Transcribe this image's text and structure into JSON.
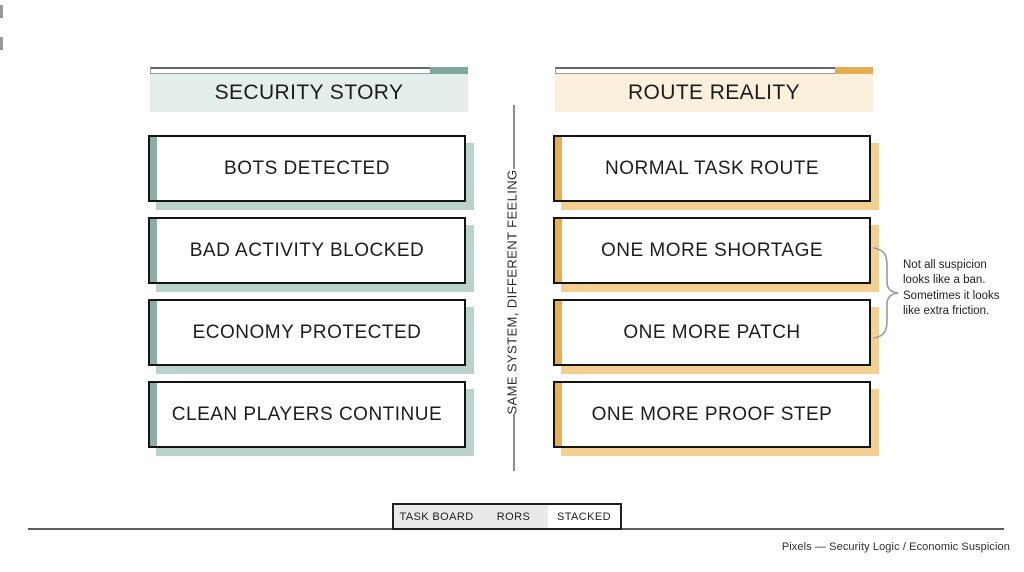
{
  "columns": {
    "left": {
      "header": "SECURITY STORY",
      "header_bg": "#e4efed",
      "accent_color": "#7ea7a0",
      "bar_color": "#8fada7",
      "shadow_color": "#bad2cc",
      "boxes": [
        "BOTS DETECTED",
        "BAD ACTIVITY BLOCKED",
        "ECONOMY PROTECTED",
        "CLEAN PLAYERS CONTINUE"
      ]
    },
    "right": {
      "header": "ROUTE REALITY",
      "header_bg": "#faf0dc",
      "accent_color": "#e6ac52",
      "bar_color": "#eaac55",
      "shadow_color": "#f4cf92",
      "boxes": [
        "NORMAL TASK ROUTE",
        "ONE MORE SHORTAGE",
        "ONE MORE PATCH",
        "ONE MORE PROOF STEP"
      ]
    }
  },
  "divider": {
    "label": "SAME SYSTEM, DIFFERENT FEELING"
  },
  "annotation": {
    "text": "Not all suspicion looks like a ban. Sometimes it looks like extra friction.",
    "brace_icon": "right-curly-brace"
  },
  "tabs": [
    {
      "label": "TASK BOARD",
      "active": false
    },
    {
      "label": "RORS",
      "active": false
    },
    {
      "label": "STACKED",
      "active": true
    }
  ],
  "footer": {
    "caption": "Pixels — Security Logic / Economic Suspicion"
  }
}
